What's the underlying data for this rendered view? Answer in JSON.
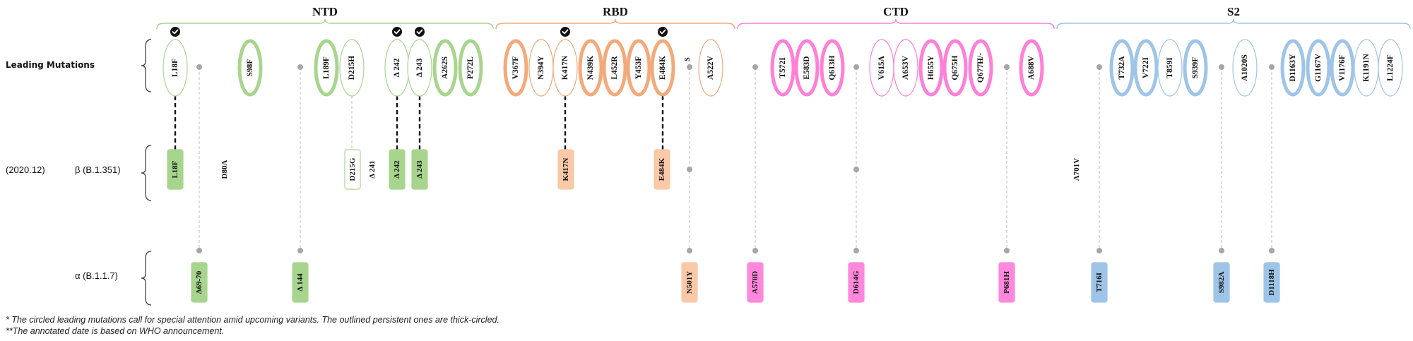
{
  "colors": {
    "NTD": "#a8d58e",
    "RBD": "#f4a97a",
    "CTD": "#ff80d6",
    "S2": "#9ec5e8",
    "box_NTD": "#a8d58e",
    "box_RBD": "#f9c9a8",
    "box_CTD": "#ff88dc",
    "box_S2": "#9ec5e8",
    "connector": "#111111",
    "gray_line": "#c8c8c8",
    "gray_dot": "#a6a6a6"
  },
  "row_labels": {
    "leading": "Leading Mutations",
    "beta_date": "(2020.12)",
    "beta": "β (B.1.351)",
    "alpha": "α (B.1.1.7)"
  },
  "domains": [
    {
      "name": "NTD",
      "color_key": "NTD"
    },
    {
      "name": "RBD",
      "color_key": "RBD"
    },
    {
      "name": "CTD",
      "color_key": "CTD"
    },
    {
      "name": "S2",
      "color_key": "S2"
    }
  ],
  "leading_mutations": [
    {
      "label": "L18F",
      "domain": "NTD",
      "thick": false,
      "checked": true
    },
    {
      "label": "S98F",
      "domain": "NTD",
      "thick": true,
      "checked": false
    },
    {
      "label": "L189F",
      "domain": "NTD",
      "thick": true,
      "checked": false
    },
    {
      "label": "D215H",
      "domain": "NTD",
      "thick": false,
      "checked": false
    },
    {
      "label": "Δ 242",
      "domain": "NTD",
      "thick": false,
      "checked": true
    },
    {
      "label": "Δ 243",
      "domain": "NTD",
      "thick": false,
      "checked": true
    },
    {
      "label": "A262S",
      "domain": "NTD",
      "thick": true,
      "checked": false
    },
    {
      "label": "P272L",
      "domain": "NTD",
      "thick": true,
      "checked": false
    },
    {
      "label": "V367F",
      "domain": "RBD",
      "thick": true,
      "checked": false
    },
    {
      "label": "N394Y",
      "domain": "RBD",
      "thick": false,
      "checked": false
    },
    {
      "label": "K417N",
      "domain": "RBD",
      "thick": false,
      "checked": true
    },
    {
      "label": "N439K",
      "domain": "RBD",
      "thick": true,
      "checked": false
    },
    {
      "label": "L452R",
      "domain": "RBD",
      "thick": true,
      "checked": false
    },
    {
      "label": "Y453F",
      "domain": "RBD",
      "thick": true,
      "checked": false
    },
    {
      "label": "E484K",
      "domain": "RBD",
      "thick": true,
      "checked": true
    },
    {
      "label": "A522V",
      "domain": "RBD",
      "thick": false,
      "checked": false
    },
    {
      "label": "T572I",
      "domain": "CTD",
      "thick": true,
      "checked": false
    },
    {
      "label": "E583D",
      "domain": "CTD",
      "thick": true,
      "checked": false
    },
    {
      "label": "Q613H",
      "domain": "CTD",
      "thick": true,
      "checked": false
    },
    {
      "label": "V615A",
      "domain": "CTD",
      "thick": false,
      "checked": false
    },
    {
      "label": "A653V",
      "domain": "CTD",
      "thick": false,
      "checked": false
    },
    {
      "label": "H655Y",
      "domain": "CTD",
      "thick": true,
      "checked": false
    },
    {
      "label": "Q675H",
      "domain": "CTD",
      "thick": true,
      "checked": false
    },
    {
      "label": "Q677H/-",
      "domain": "CTD",
      "thick": true,
      "checked": false
    },
    {
      "label": "A688V",
      "domain": "CTD",
      "thick": true,
      "checked": false
    },
    {
      "label": "T732A",
      "domain": "S2",
      "thick": true,
      "checked": false
    },
    {
      "label": "V722I",
      "domain": "S2",
      "thick": true,
      "checked": false
    },
    {
      "label": "T859I",
      "domain": "S2",
      "thick": false,
      "checked": false
    },
    {
      "label": "S939F",
      "domain": "S2",
      "thick": true,
      "checked": false
    },
    {
      "label": "A1020S",
      "domain": "S2",
      "thick": false,
      "checked": false
    },
    {
      "label": "D1163Y",
      "domain": "S2",
      "thick": true,
      "checked": false
    },
    {
      "label": "G1167V",
      "domain": "S2",
      "thick": true,
      "checked": false
    },
    {
      "label": "V1176F",
      "domain": "S2",
      "thick": true,
      "checked": false
    },
    {
      "label": "K1191N",
      "domain": "S2",
      "thick": false,
      "checked": false
    },
    {
      "label": "L1224F",
      "domain": "S2",
      "thick": false,
      "checked": false
    }
  ],
  "top_markers": [
    {
      "label": "S"
    }
  ],
  "beta_mutations": [
    {
      "label": "L18F",
      "domain": "NTD",
      "style": "filled"
    },
    {
      "label": "D80A",
      "domain": "NTD",
      "style": "text"
    },
    {
      "label": "D215G",
      "domain": "NTD",
      "style": "outline"
    },
    {
      "label": "Δ 241",
      "domain": "NTD",
      "style": "text"
    },
    {
      "label": "Δ 242",
      "domain": "NTD",
      "style": "filled"
    },
    {
      "label": "Δ 243",
      "domain": "NTD",
      "style": "filled"
    },
    {
      "label": "K417N",
      "domain": "RBD",
      "style": "filled"
    },
    {
      "label": "E484K",
      "domain": "RBD",
      "style": "filled"
    },
    {
      "label": "A701V",
      "domain": "S2",
      "style": "text"
    }
  ],
  "alpha_mutations": [
    {
      "label": "Δ69-70",
      "domain": "NTD"
    },
    {
      "label": "Δ 144",
      "domain": "NTD"
    },
    {
      "label": "N501Y",
      "domain": "RBD"
    },
    {
      "label": "A570D",
      "domain": "CTD"
    },
    {
      "label": "D614G",
      "domain": "CTD"
    },
    {
      "label": "P681H",
      "domain": "CTD"
    },
    {
      "label": "T716I",
      "domain": "S2"
    },
    {
      "label": "S982A",
      "domain": "S2"
    },
    {
      "label": "D1118H",
      "domain": "S2"
    }
  ],
  "footnotes": [
    "* The circled leading mutations call for special attention amid upcoming variants. The outlined persistent ones are thick-circled.",
    "**The annotated date is based on WHO announcement."
  ]
}
